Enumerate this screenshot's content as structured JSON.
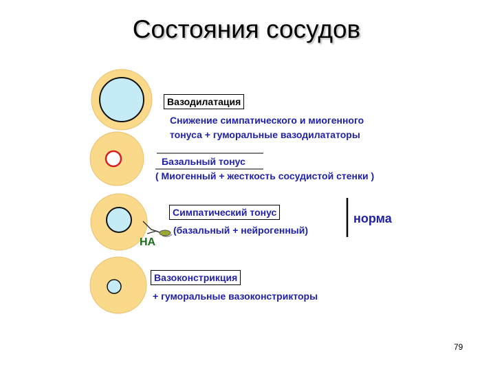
{
  "title": "Состояния сосудов",
  "colors": {
    "vessel_wall": "#fbd98a",
    "vessel_wall_edge": "#e8c170",
    "lumen": "#c5ecf6",
    "lumen_border": "#111111",
    "contracted_lumen": "#ffffff",
    "contracted_border": "#d62020",
    "text_blue": "#1f1fa8",
    "text_green": "#1a6e1a"
  },
  "states": [
    {
      "id": "vasodilation",
      "heading": "Вазодилатация",
      "line1": "Снижение симпатического и миогенного",
      "line2": "тонуса + гуморальные вазодилататоры"
    },
    {
      "id": "basal",
      "heading": "Базальный  тонус",
      "line1": "( Миогенный   + жесткость сосудистой стенки )"
    },
    {
      "id": "sympathetic",
      "heading": "Симпатический  тонус",
      "line1": "(базальный   + нейрогенный)",
      "nerve_label": "НА",
      "bracket_label": "норма"
    },
    {
      "id": "vasoconstriction",
      "heading": "Вазоконстрикция",
      "line1": "+  гуморальные   вазоконстрикторы"
    }
  ],
  "page_number": "79"
}
